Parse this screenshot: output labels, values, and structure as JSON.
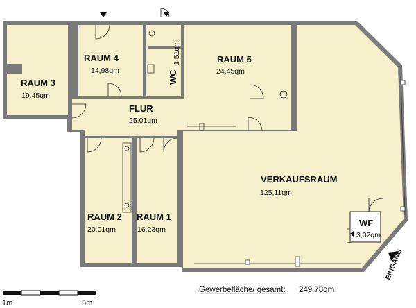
{
  "rooms": {
    "raum3": {
      "name": "RAUM 3",
      "area": "19,45qm"
    },
    "raum4": {
      "name": "RAUM 4",
      "area": "14,98qm"
    },
    "wc": {
      "name": "WC",
      "area": "1,51qm"
    },
    "raum5": {
      "name": "RAUM 5",
      "area": "24,45qm"
    },
    "flur": {
      "name": "FLUR",
      "area": "25,01qm"
    },
    "verkaufsraum": {
      "name": "VERKAUFSRAUM",
      "area": "125,11qm"
    },
    "raum2": {
      "name": "RAUM 2",
      "area": "20,01qm"
    },
    "raum1": {
      "name": "RAUM 1",
      "area": "16,23qm"
    },
    "wf": {
      "name": "WF",
      "area": "3,02qm"
    }
  },
  "total": {
    "label": "Gewerbefläche/ gesamt:",
    "value": "249,78qm"
  },
  "entrance": "EINGANG",
  "scale": {
    "start": "1m",
    "end": "5m"
  },
  "colors": {
    "room_fill": "#f6f1cc",
    "wall": "#7a7a7a"
  }
}
